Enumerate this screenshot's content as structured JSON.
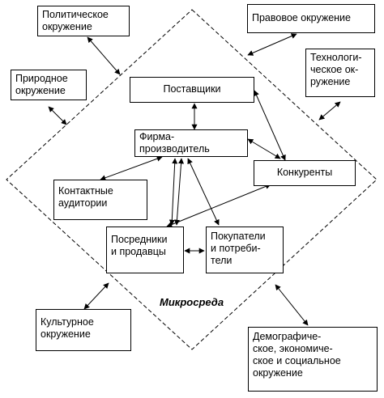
{
  "diagram": {
    "center_label": "Микросреда",
    "nodes": {
      "political": "Политическое\nокружение",
      "legal": "Правовое окружение",
      "natural": "Природное\nокружение",
      "tech": "Технологи-\nческое ок-\nружение",
      "suppliers": "Поставщики",
      "firm": "Фирма-\nпроизводитель",
      "competitors": "Конкуренты",
      "contact": "Контактные\nаудитории",
      "intermediaries": "Посредники\nи продавцы",
      "consumers": "Покупатели\nи потреби-\nтели",
      "cultural": "Культурное\nокружение",
      "demographic": "Демографиче-\nское, экономиче-\nское и социальное\nокружение"
    }
  }
}
